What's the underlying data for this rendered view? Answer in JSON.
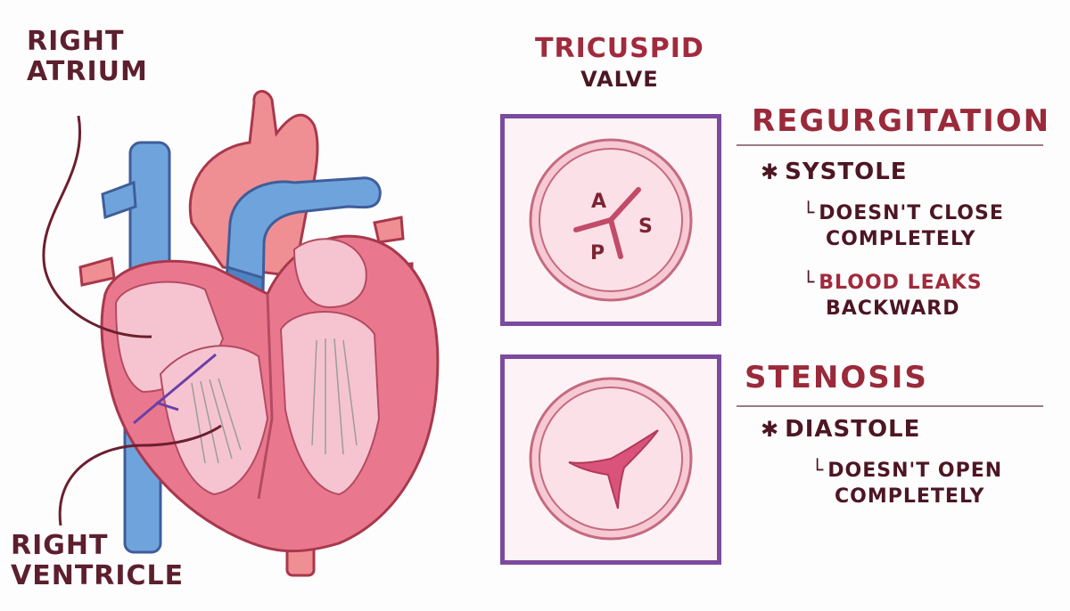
{
  "labels": {
    "right_atrium": [
      "Right",
      "Atrium"
    ],
    "right_ventricle": [
      "Right",
      "Ventricle"
    ],
    "tricuspid": [
      "Tricuspid",
      "Valve"
    ]
  },
  "valve_leaflets": [
    "A",
    "S",
    "P"
  ],
  "regurgitation": {
    "heading": "Regurgitation",
    "phase": "Systole",
    "points": [
      {
        "lead": "Doesn't",
        "accent": "Close",
        "rest": "Completely"
      },
      {
        "lead": "Blood Leaks",
        "accent": "",
        "rest": "Backward"
      }
    ]
  },
  "stenosis": {
    "heading": "Stenosis",
    "phase": "Diastole",
    "points": [
      {
        "lead": "Doesn't",
        "accent": "Open",
        "rest": "Completely"
      }
    ]
  },
  "colors": {
    "frame": "#7c4a9e",
    "heading": "#9a2a3a",
    "text": "#4d1624",
    "heart": "#e9788f",
    "vessel_blue": "#6fa3dc",
    "aorta": "#f08f93"
  }
}
